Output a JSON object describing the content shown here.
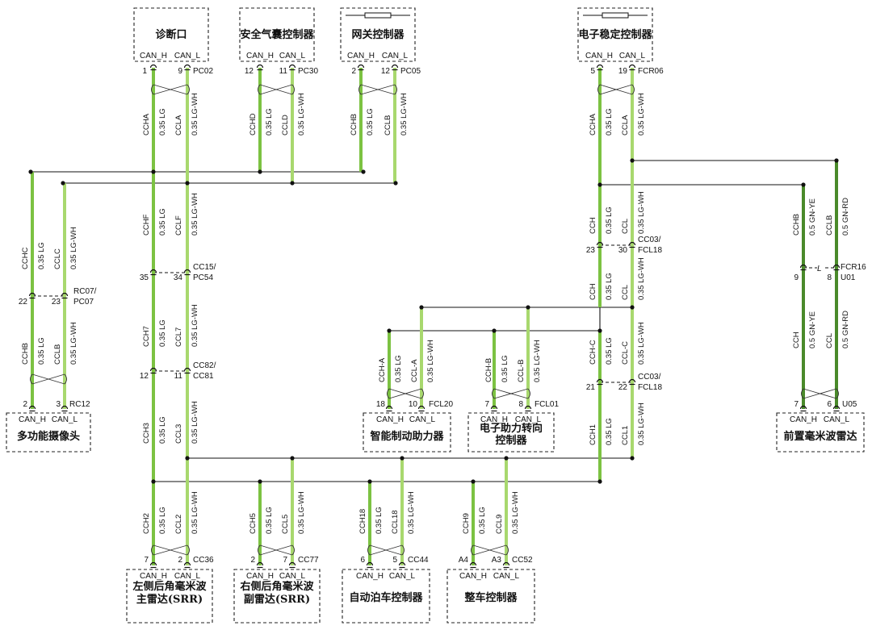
{
  "colors": {
    "wire_lg": "#7cc242",
    "wire_lg_wh": "#a8d86e",
    "wire_gn": "#4a8a2a",
    "line": "#111111"
  },
  "devices": [
    {
      "id": "diag",
      "name": "诊断口",
      "pins": [
        "CAN_H",
        "CAN_L"
      ]
    },
    {
      "id": "airbag",
      "name": "安全气囊控制器",
      "pins": [
        "CAN_H",
        "CAN_L"
      ]
    },
    {
      "id": "gateway",
      "name": "网关控制器",
      "pins": [
        "CAN_H",
        "CAN_L"
      ]
    },
    {
      "id": "esc",
      "name": "电子稳定控制器",
      "pins": [
        "CAN_H",
        "CAN_L"
      ]
    },
    {
      "id": "camera",
      "name": "多功能摄像头",
      "pins": [
        "CAN_H",
        "CAN_L"
      ]
    },
    {
      "id": "brake",
      "name": "智能制动助力器",
      "pins": [
        "CAN_H",
        "CAN_L"
      ]
    },
    {
      "id": "eps",
      "name": "电子助力转向控制器",
      "pins": [
        "CAN_H",
        "CAN_L"
      ]
    },
    {
      "id": "frontradar",
      "name": "前置毫米波雷达",
      "pins": [
        "CAN_H",
        "CAN_L"
      ]
    },
    {
      "id": "srr_l",
      "name": "左侧后角毫米波主雷达(SRR)",
      "pins": [
        "CAN_H",
        "CAN_L"
      ]
    },
    {
      "id": "srr_r",
      "name": "右侧后角毫米波副雷达(SRR)",
      "pins": [
        "CAN_H",
        "CAN_L"
      ]
    },
    {
      "id": "park",
      "name": "自动泊车控制器",
      "pins": [
        "CAN_H",
        "CAN_L"
      ]
    },
    {
      "id": "vcu",
      "name": "整车控制器",
      "pins": [
        "CAN_H",
        "CAN_L"
      ]
    }
  ],
  "wires": [
    {
      "id": "w1",
      "name": "CCHA",
      "spec": "0.35 LG"
    },
    {
      "id": "w2",
      "name": "CCLA",
      "spec": "0.35 LG-WH"
    },
    {
      "id": "w3",
      "name": "CCHD",
      "spec": "0.35 LG"
    },
    {
      "id": "w4",
      "name": "CCLD",
      "spec": "0.35 LG-WH"
    },
    {
      "id": "w5",
      "name": "CCHB",
      "spec": "0.35 LG"
    },
    {
      "id": "w6",
      "name": "CCLB",
      "spec": "0.35 LG-WH"
    },
    {
      "id": "w7",
      "name": "CCHA",
      "spec": "0.35 LG"
    },
    {
      "id": "w8",
      "name": "CCLA",
      "spec": "0.35 LG-WH"
    },
    {
      "id": "w9",
      "name": "CCHC",
      "spec": "0.35 LG"
    },
    {
      "id": "w10",
      "name": "CCLC",
      "spec": "0.35 LG-WH"
    },
    {
      "id": "w11",
      "name": "CCHB",
      "spec": "0.35 LG"
    },
    {
      "id": "w12",
      "name": "CCLB",
      "spec": "0.35 LG-WH"
    },
    {
      "id": "w13",
      "name": "CCHF",
      "spec": "0.35 LG"
    },
    {
      "id": "w14",
      "name": "CCLF",
      "spec": "0.35 LG-WH"
    },
    {
      "id": "w15",
      "name": "CCH7",
      "spec": "0.35 LG"
    },
    {
      "id": "w16",
      "name": "CCL7",
      "spec": "0.35 LG-WH"
    },
    {
      "id": "w17",
      "name": "CCH3",
      "spec": "0.35 LG"
    },
    {
      "id": "w18",
      "name": "CCL3",
      "spec": "0.35 LG-WH"
    },
    {
      "id": "w19",
      "name": "CCH",
      "spec": "0.35 LG"
    },
    {
      "id": "w20",
      "name": "CCL",
      "spec": "0.35 LG-WH"
    },
    {
      "id": "w21",
      "name": "CCH",
      "spec": "0.35 LG"
    },
    {
      "id": "w22",
      "name": "CCL",
      "spec": "0.35 LG-WH"
    },
    {
      "id": "w23",
      "name": "CCH-C",
      "spec": "0.35 LG"
    },
    {
      "id": "w24",
      "name": "CCL-C",
      "spec": "0.35 LG-WH"
    },
    {
      "id": "w25",
      "name": "CCH1",
      "spec": "0.35 LG"
    },
    {
      "id": "w26",
      "name": "CCL1",
      "spec": "0.35 LG-WH"
    },
    {
      "id": "w27",
      "name": "CCH-A",
      "spec": "0.35 LG"
    },
    {
      "id": "w28",
      "name": "CCL-A",
      "spec": "0.35 LG-WH"
    },
    {
      "id": "w29",
      "name": "CCH-B",
      "spec": "0.35 LG"
    },
    {
      "id": "w30",
      "name": "CCL-B",
      "spec": "0.35 LG-WH"
    },
    {
      "id": "w31",
      "name": "CCHB",
      "spec": "0.5 GN-YE"
    },
    {
      "id": "w32",
      "name": "CCLB",
      "spec": "0.5 GN-RD"
    },
    {
      "id": "w33",
      "name": "CCH",
      "spec": "0.5 GN-YE"
    },
    {
      "id": "w34",
      "name": "CCL",
      "spec": "0.5 GN-RD"
    },
    {
      "id": "w35",
      "name": "CCH2",
      "spec": "0.35 LG"
    },
    {
      "id": "w36",
      "name": "CCL2",
      "spec": "0.35 LG-WH"
    },
    {
      "id": "w37",
      "name": "CCH5",
      "spec": "0.35 LG"
    },
    {
      "id": "w38",
      "name": "CCL5",
      "spec": "0.35 LG-WH"
    },
    {
      "id": "w39",
      "name": "CCH18",
      "spec": "0.35 LG"
    },
    {
      "id": "w40",
      "name": "CCL18",
      "spec": "0.35 LG-WH"
    },
    {
      "id": "w41",
      "name": "CCH9",
      "spec": "0.35 LG"
    },
    {
      "id": "w42",
      "name": "CCL9",
      "spec": "0.35 LG-WH"
    }
  ],
  "pins": {
    "p_diag_h": "1",
    "p_diag_l": "9",
    "p_air_h": "12",
    "p_air_l": "11",
    "p_gw_h": "2",
    "p_gw_l": "12",
    "p_esc_h": "5",
    "p_esc_l": "19",
    "p_cam_h": "2",
    "p_cam_l": "3",
    "p_rc07_h": "22",
    "p_rc07_l": "23",
    "p_cc15_h": "35",
    "p_cc15_l": "34",
    "p_cc82_h": "12",
    "p_cc82_l": "11",
    "p_cc03a_h": "23",
    "p_cc03a_l": "30",
    "p_cc03b_h": "21",
    "p_cc03b_l": "22",
    "p_br_h": "18",
    "p_br_l": "10",
    "p_eps_h": "7",
    "p_eps_l": "8",
    "p_fcr16_h": "9",
    "p_fcr16_l": "8",
    "p_fr_h": "7",
    "p_fr_l": "6",
    "p_srrl_h": "7",
    "p_srrl_l": "2",
    "p_srrr_h": "2",
    "p_srrr_l": "7",
    "p_park_h": "6",
    "p_park_l": "5",
    "p_vcu_h": "A4",
    "p_vcu_l": "A3"
  },
  "connectors": {
    "pc02": "PC02",
    "pc30": "PC30",
    "pc05": "PC05",
    "fcr06": "FCR06",
    "rc07": "RC07/",
    "pc07": "PC07",
    "rc12": "RC12",
    "cc15": "CC15/",
    "pc54": "PC54",
    "cc82": "CC82/",
    "cc81": "CC81",
    "cc03a": "CC03/",
    "fcl18a": "FCL18",
    "cc03b": "CC03/",
    "fcl18b": "FCL18",
    "fcl20": "FCL20",
    "fcl01": "FCL01",
    "fcr16": "FCR16",
    "u01": "U01",
    "u05": "U05",
    "cc36": "CC36",
    "cc77": "CC77",
    "cc44": "CC44",
    "cc52": "CC52"
  },
  "l_mark": "L"
}
